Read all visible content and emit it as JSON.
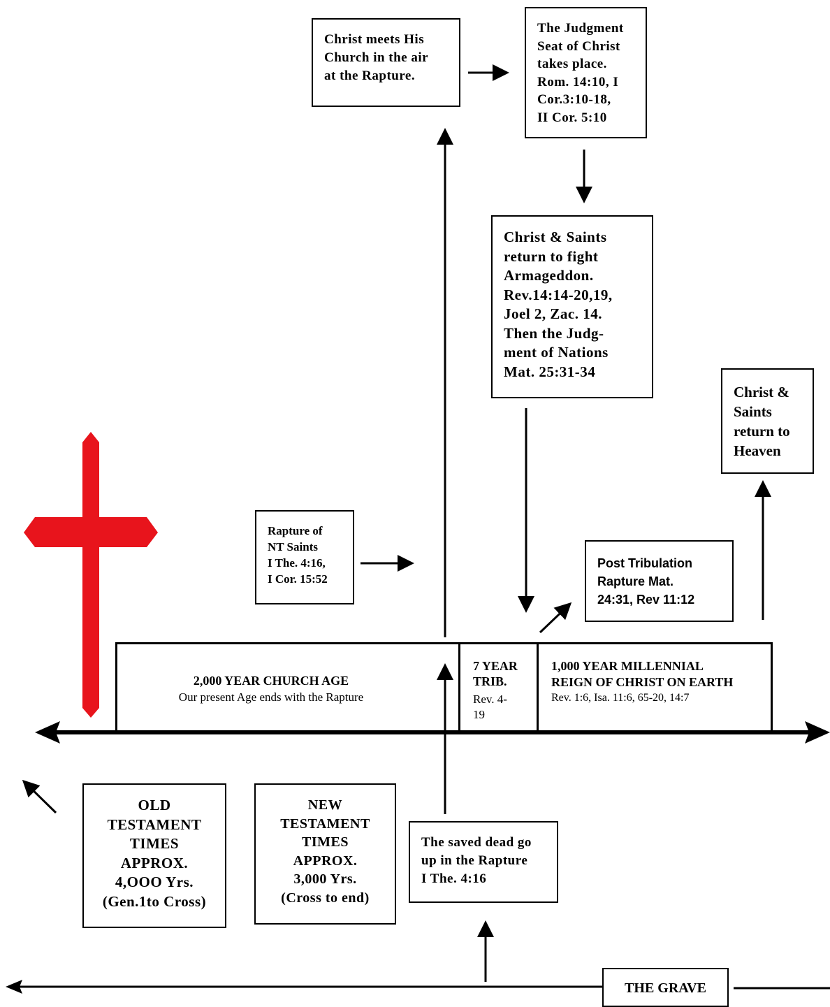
{
  "colors": {
    "cross": "#e8141c",
    "ink": "#000000"
  },
  "boxes": {
    "meets_church": "Christ  meets  His\nChurch  in  the  air\nat the Rapture.",
    "judgment_seat": "The Judgment\nSeat of Christ\ntakes    place.\nRom.  14:10,  I\nCor.3:10-18,\n II Cor. 5:10",
    "armageddon": "Christ & Saints\n return to fight\nArmageddon.\nRev.14:14-20,19,\nJoel 2,  Zac. 14.\nThen   the   Judg-\nment  of  Nations\nMat. 25:31-34",
    "return_heaven": "Christ &\nSaints\nreturn to\nHeaven",
    "rapture_nt": "Rapture of\nNT Saints\nI The. 4:16,\nI Cor. 15:52",
    "post_trib": "Post Tribulation\nRapture Mat.\n24:31,  Rev 11:12",
    "old_testament": "OLD\nTESTAMENT\nTIMES\nAPPROX.\n4,OOO Yrs.\n(Gen.1to Cross)",
    "new_testament": "NEW\nTESTAMENT\nTIMES\nAPPROX.\n3,000 Yrs.\n(Cross to  end)",
    "saved_dead": "The saved dead go\nup in the Rapture\nI The. 4:16",
    "grave": "THE GRAVE"
  },
  "timeline": {
    "church_age": {
      "title": "2,000 YEAR CHURCH AGE",
      "subtitle": "Our present Age ends with the Rapture"
    },
    "tribulation": {
      "title": "7 YEAR\nTRIB.",
      "ref": "Rev. 4-\n19"
    },
    "millennium": {
      "title": "1,000 YEAR MILLENNIAL\nREIGN OF CHRIST ON EARTH",
      "ref": "Rev. 1:6, Isa. 11:6, 65-20, 14:7"
    }
  }
}
